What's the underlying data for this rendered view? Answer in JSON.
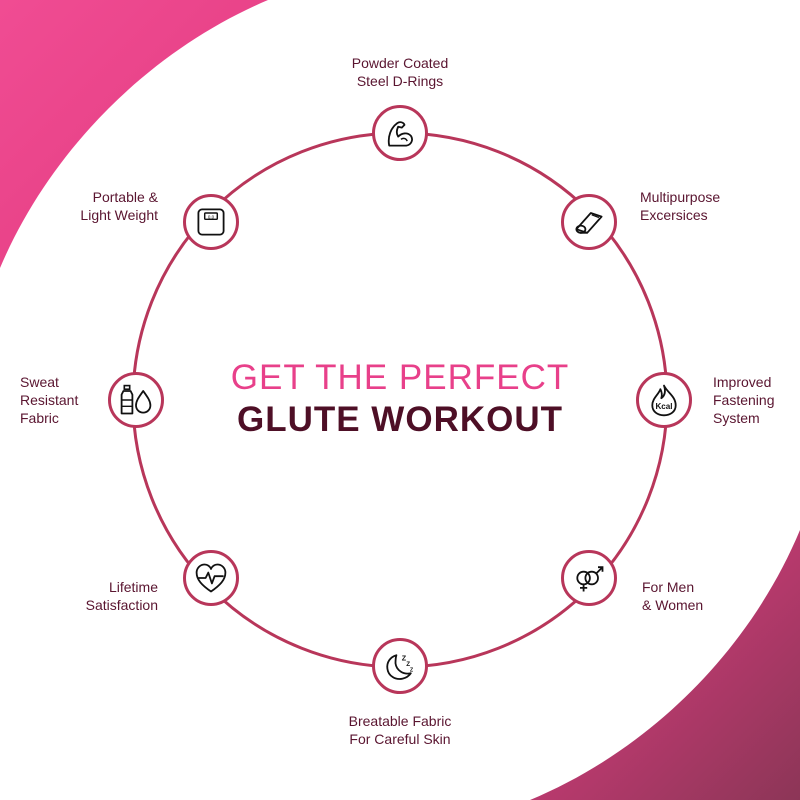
{
  "headline": {
    "line1": "GET THE PERFECT",
    "line2": "GLUTE WORKOUT"
  },
  "colors": {
    "accent_pink": "#e8408a",
    "ring": "#b8365a",
    "text_dark": "#4e0f26",
    "label_text": "#5a1530"
  },
  "features": [
    {
      "icon": "flexed-arm-icon",
      "line1": "Powder Coated",
      "line2": "Steel D-Rings"
    },
    {
      "icon": "rolled-mat-icon",
      "line1": "Multipurpose",
      "line2": "Excersices"
    },
    {
      "icon": "kcal-flame-icon",
      "icon_text": "Kcal",
      "line1": "Improved",
      "line2": "Fastening",
      "line3": "System"
    },
    {
      "icon": "gender-symbols-icon",
      "line1": "For Men",
      "line2": "& Women"
    },
    {
      "icon": "moon-zzz-icon",
      "line1": "Breatable Fabric",
      "line2": "For Careful Skin"
    },
    {
      "icon": "heart-pulse-icon",
      "line1": "Lifetime",
      "line2": "Satisfaction"
    },
    {
      "icon": "bottle-drop-icon",
      "line1": "Sweat",
      "line2": "Resistant",
      "line3": "Fabric"
    },
    {
      "icon": "weighing-scale-icon",
      "line1": "Portable &",
      "line2": "Light Weight"
    }
  ]
}
